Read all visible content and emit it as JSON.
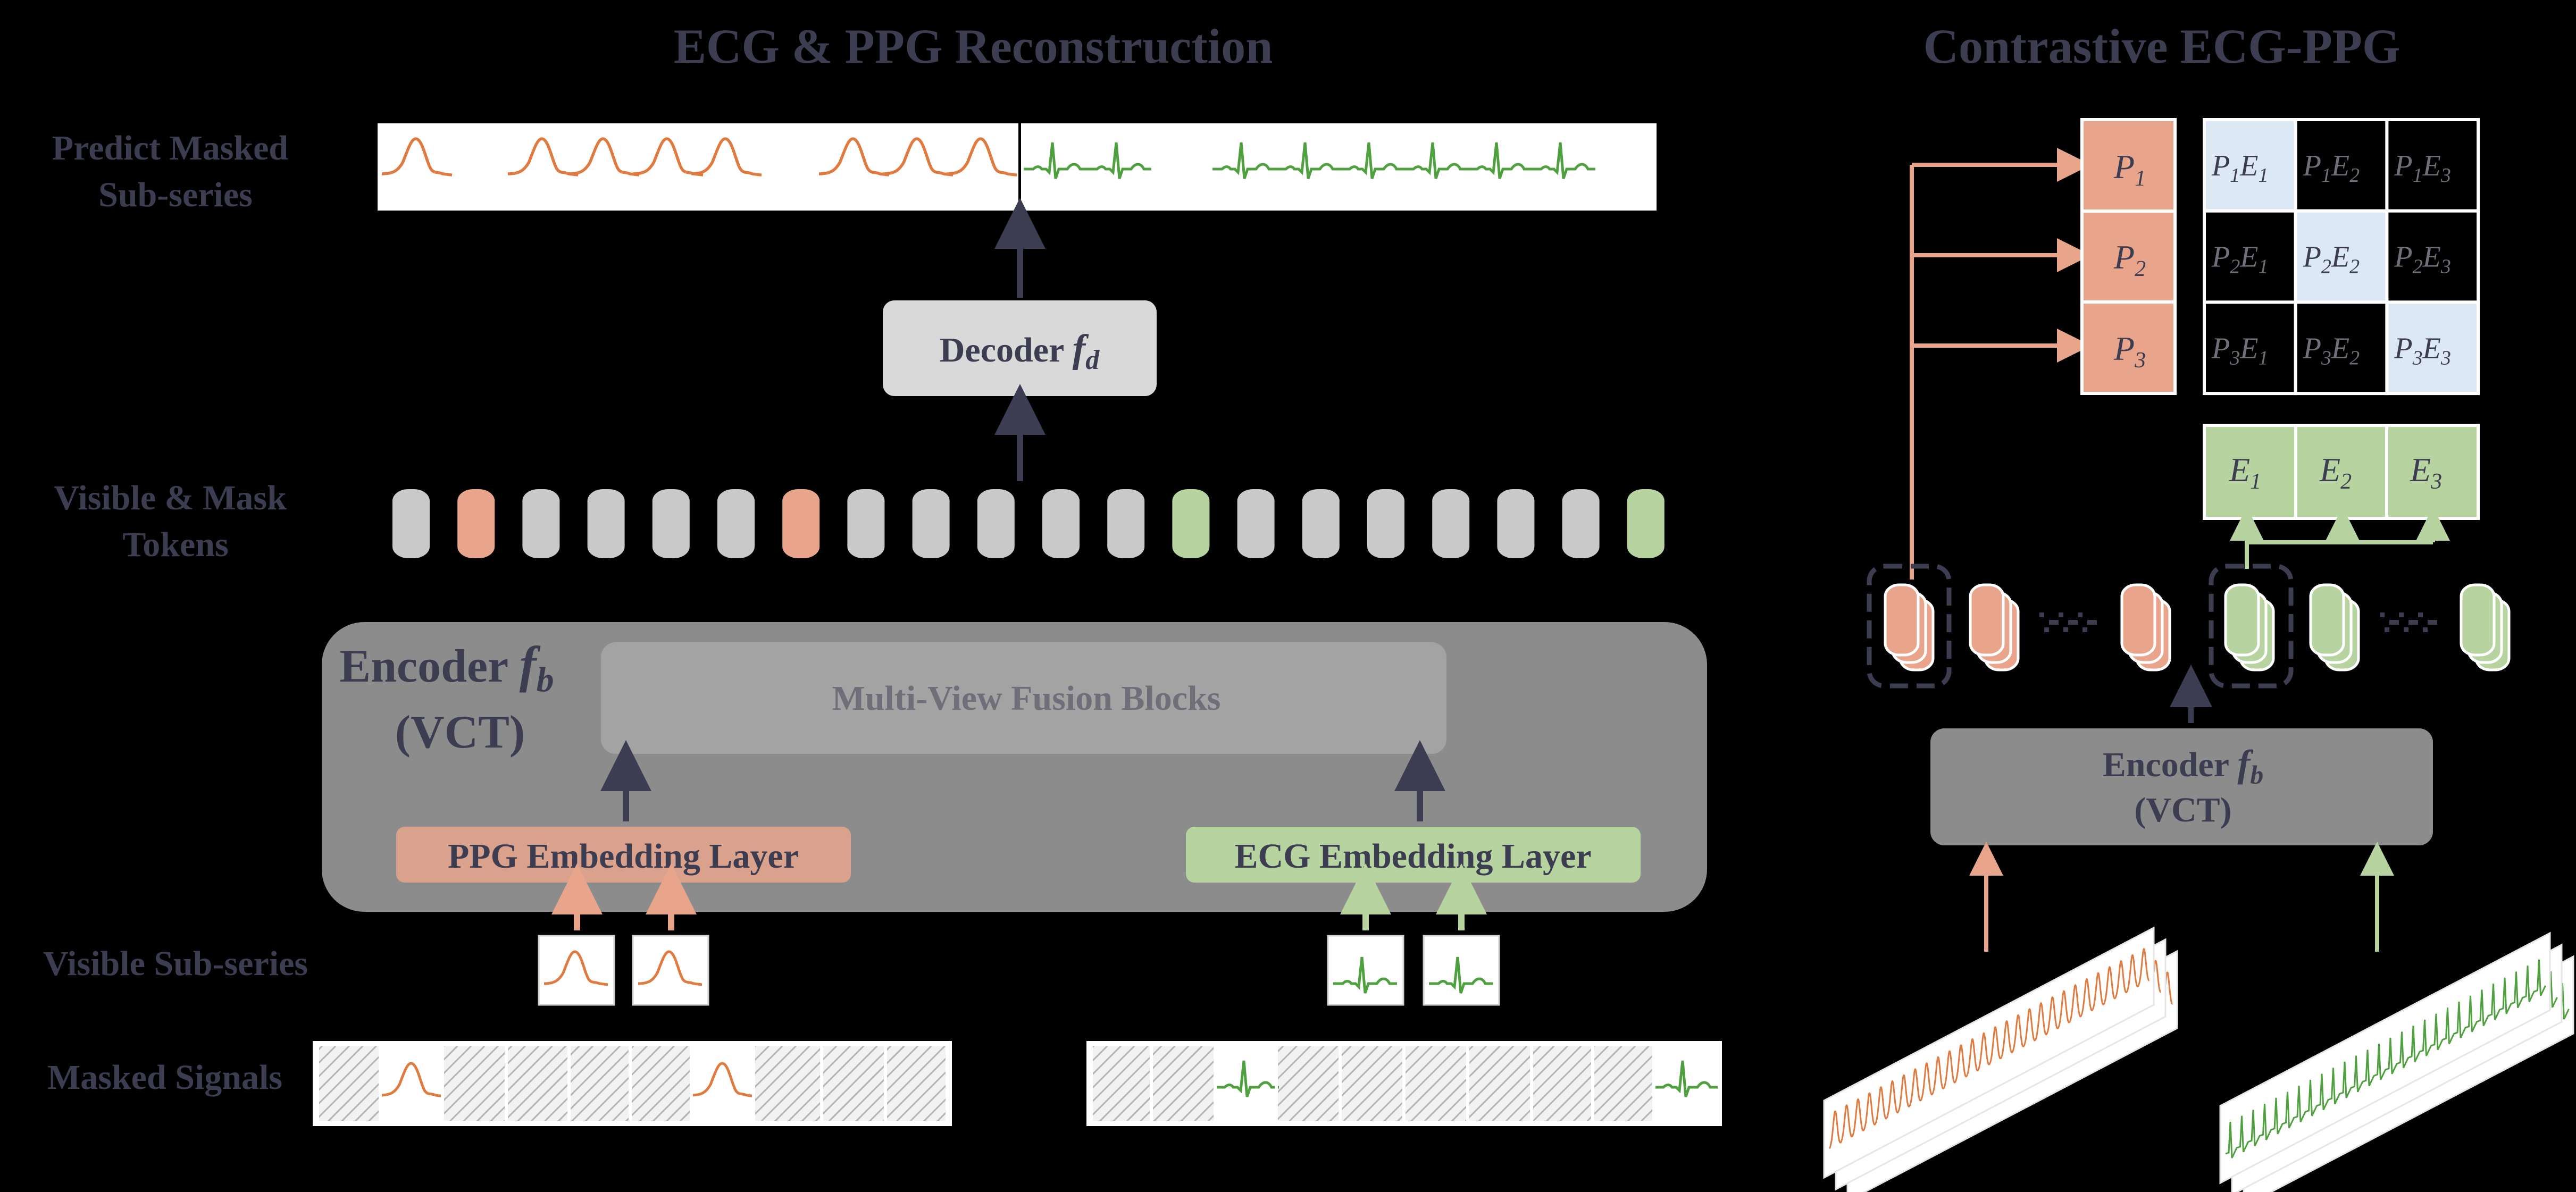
{
  "titles": {
    "left": "ECG & PPG Reconstruction",
    "right": "Contrastive ECG-PPG"
  },
  "labels": {
    "predict_line1": "Predict Masked",
    "predict_line2": "Sub-series",
    "visible_mask_line1": "Visible & Mask",
    "visible_mask_line2": "Tokens",
    "visible_sub": "Visible Sub-series",
    "masked_signals": "Masked Signals"
  },
  "decoder": {
    "label": "Decoder ",
    "symbol": "f",
    "subscript": "d"
  },
  "encoder": {
    "label": "Encoder ",
    "symbol": "f",
    "subscript": "b",
    "sub_label": "(VCT)"
  },
  "fusion": {
    "label": "Multi-View Fusion Blocks"
  },
  "ppg_embed": {
    "label": "PPG Embedding Layer"
  },
  "ecg_embed": {
    "label": "ECG Embedding Layer"
  },
  "tokens": [
    "g",
    "p",
    "g",
    "g",
    "g",
    "g",
    "p",
    "g",
    "g",
    "g",
    "g",
    "g",
    "e",
    "g",
    "g",
    "g",
    "g",
    "g",
    "g",
    "e"
  ],
  "contrastive": {
    "p_vectors": [
      "P1",
      "P2",
      "P3"
    ],
    "e_vectors": [
      "E1",
      "E2",
      "E3"
    ]
  },
  "colors": {
    "ppg": "#e8a58c",
    "ppg_line": "#e07a3f",
    "ecg": "#b7d3a0",
    "ecg_line": "#4fa03f",
    "gray_box": "#8c8c8c",
    "title": "#3d3d52",
    "diag_cell": "#dce8f4"
  }
}
